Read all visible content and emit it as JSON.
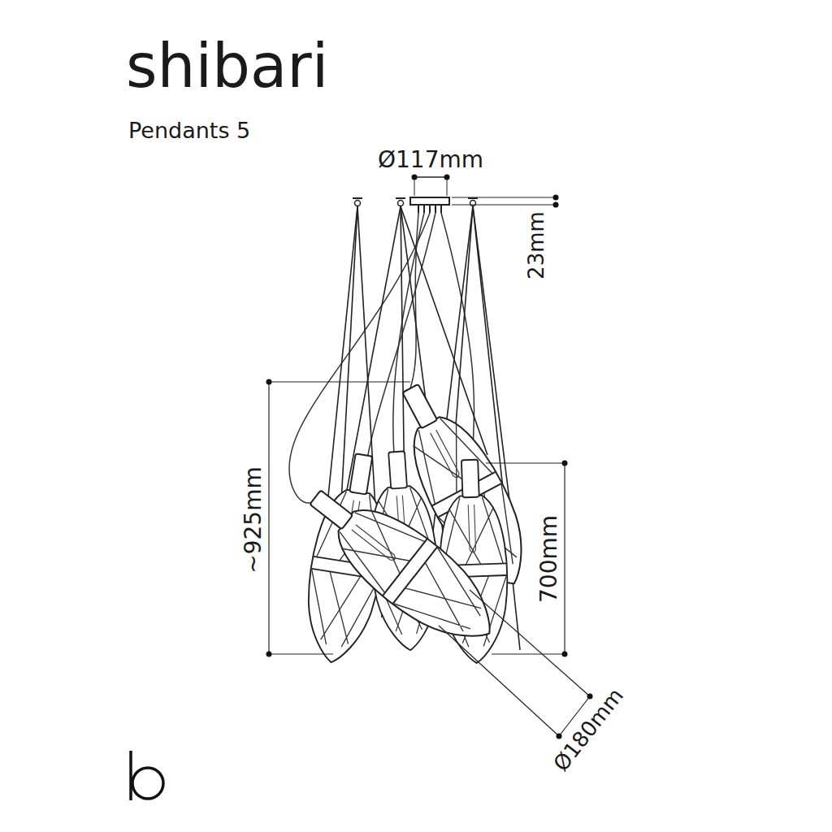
{
  "diagram": {
    "title": "shibari",
    "labels": [
      "Pendants 5",
      "Ø117mm",
      "23mm",
      "~925mm",
      "700mm",
      "Ø180mm"
    ]
  }
}
